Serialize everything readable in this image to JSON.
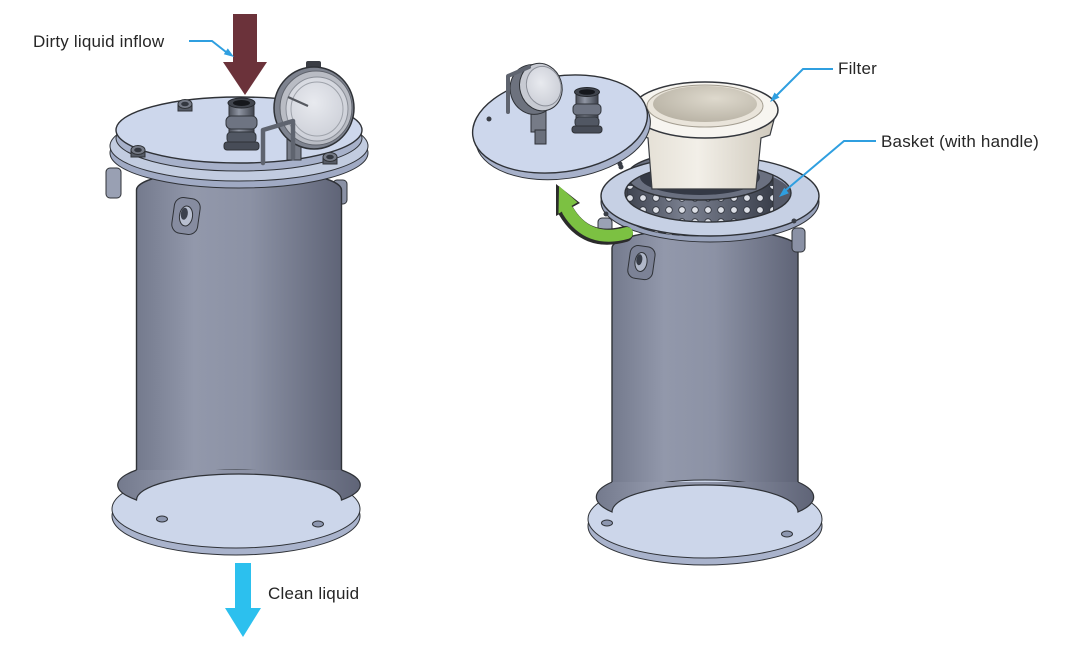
{
  "diagram": {
    "type": "technical-illustration",
    "subject": "basket strainer filter vessel",
    "views": [
      {
        "name": "closed-vessel-with-flow"
      },
      {
        "name": "opened-vessel-lid-swung-aside"
      }
    ]
  },
  "labels": {
    "dirty_inflow": "Dirty liquid inflow",
    "clean_outflow": "Clean liquid",
    "filter": "Filter",
    "basket": "Basket (with handle)"
  },
  "colors": {
    "text": "#262626",
    "leader_blue": "#2f9fe0",
    "dirty_arrow_maroon": "#6b323a",
    "clean_arrow_cyan": "#2cc0ee",
    "rotate_arrow_green": "#7cc142",
    "lid": "#cdd7ec",
    "flange": "#ccd6ea",
    "vessel_body": "#8b90a3",
    "filter_white": "#f7f5f0",
    "basket_gray": "#5d6272"
  },
  "icons": {
    "flow-down-arrow": "thick solid downward arrow",
    "rotate-arrow": "curved counter-clockwise arrow",
    "leader-arrow": "thin annotation arrow with triangular head"
  }
}
